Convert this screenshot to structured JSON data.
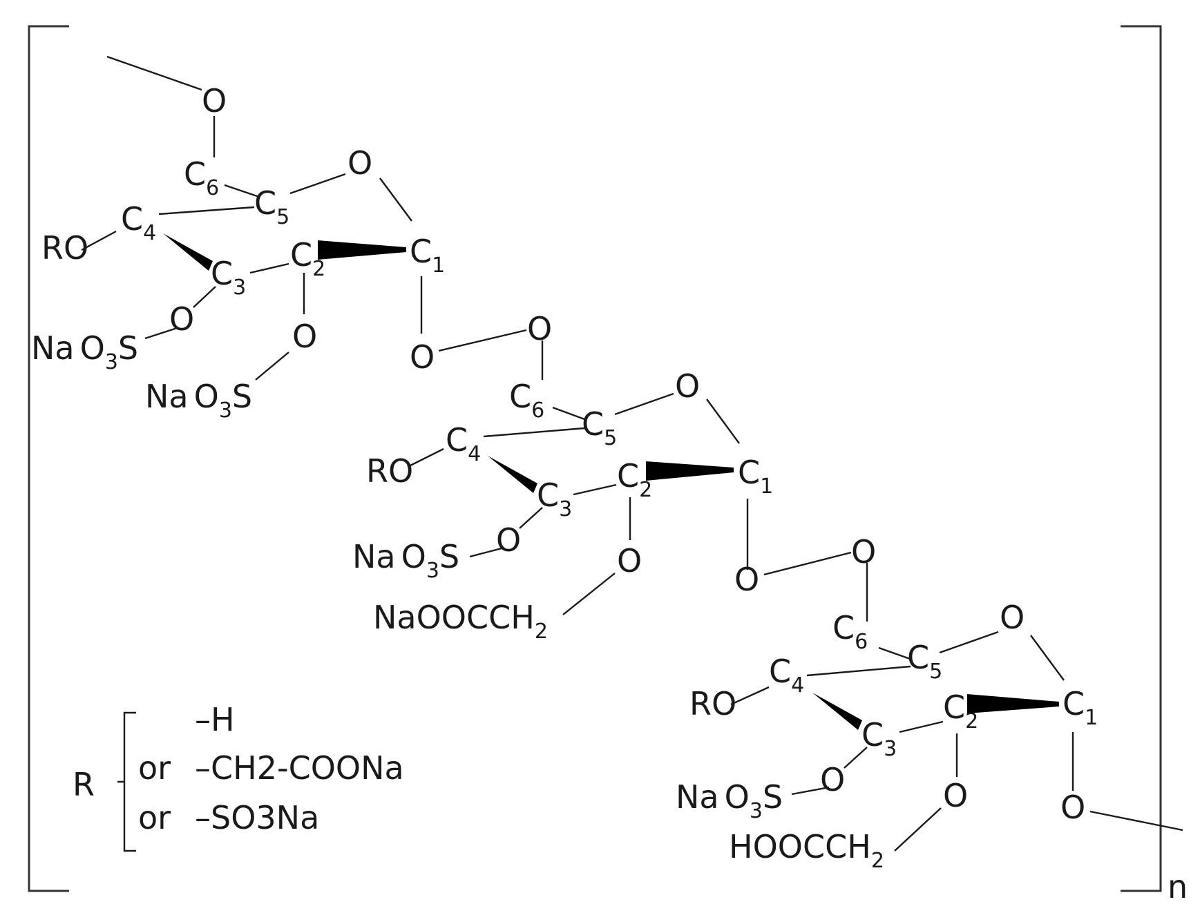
{
  "repeat_index": "n",
  "ring_atoms": {
    "c1": "C",
    "c1_sub": "1",
    "c2": "C",
    "c2_sub": "2",
    "c3": "C",
    "c3_sub": "3",
    "c4": "C",
    "c4_sub": "4",
    "c5": "C",
    "c5_sub": "5",
    "c6": "C",
    "c6_sub": "6",
    "oxygen": "O"
  },
  "groups": {
    "ro": "RO",
    "na": "Na",
    "o3s_o": "O",
    "o3s_sub": "3",
    "o3s_s": "S",
    "naoocch2": "NaOOCCH",
    "hoocch2": "HOOCCH",
    "ch2_sub": "2"
  },
  "legend": {
    "symbol": "R",
    "option_1": "–H",
    "option_2_prefix": "or",
    "option_2": "–CH2-COONa",
    "option_3_prefix": "or",
    "option_3": "–SO3Na"
  }
}
